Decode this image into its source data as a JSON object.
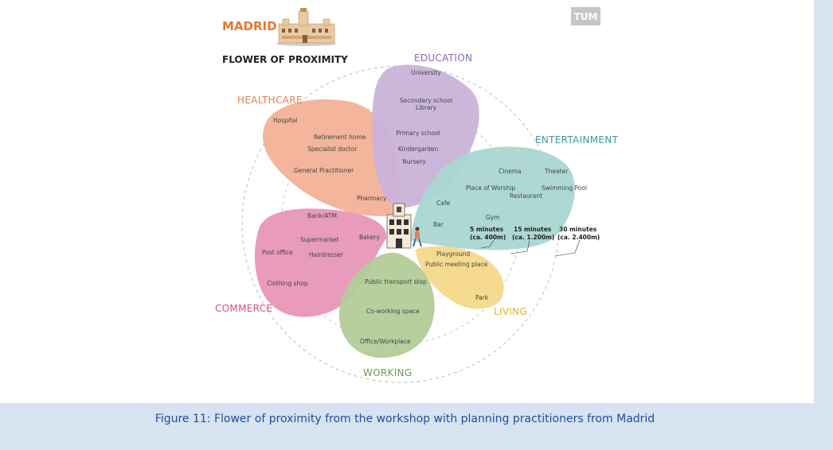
{
  "header": {
    "city": "MADRID",
    "subtitle": "FLOWER OF PROXIMITY",
    "logo_text": "TUM"
  },
  "colors": {
    "city": "#e8772e",
    "healthcare": "#e07f54",
    "education": "#8a68b0",
    "entertainment": "#3f9a9a",
    "commerce": "#d84a86",
    "living": "#e3b12d",
    "working": "#6f9a4e"
  },
  "categories": {
    "education": "EDUCATION",
    "healthcare": "HEALTHCARE",
    "entertainment": "ENTERTAINMENT",
    "commerce": "COMMERCE",
    "living": "LIVING",
    "working": "WORKING"
  },
  "items": {
    "education": [
      "University",
      "Secondary school",
      "Library",
      "Primary school",
      "Kindergarden",
      "Nursery"
    ],
    "healthcare": [
      "Hospital",
      "Retirement home",
      "Specialist doctor",
      "General Practitioner",
      "Pharmacy"
    ],
    "entertainment": [
      "Cinema",
      "Theater",
      "Place of Worship",
      "Swimming Pool",
      "Restaurant",
      "Cafe",
      "Gym",
      "Bar"
    ],
    "commerce": [
      "Bank/ATM",
      "Supermarket",
      "Bakery",
      "Post office",
      "Hairdresser",
      "Clothing shop"
    ],
    "living": [
      "Playground",
      "Public meeting place",
      "Park"
    ],
    "working": [
      "Public transport stop",
      "Co-working space",
      "Office/Workplace"
    ]
  },
  "rings": [
    {
      "time": "5 minutes",
      "distance": "(ca. 400m)"
    },
    {
      "time": "15 minutes",
      "distance": "(ca. 1.200m)"
    },
    {
      "time": "30 minutes",
      "distance": "(ca. 2.400m)"
    }
  ],
  "caption": "Figure 11: Flower of proximity from the workshop with planning practitioners from Madrid"
}
